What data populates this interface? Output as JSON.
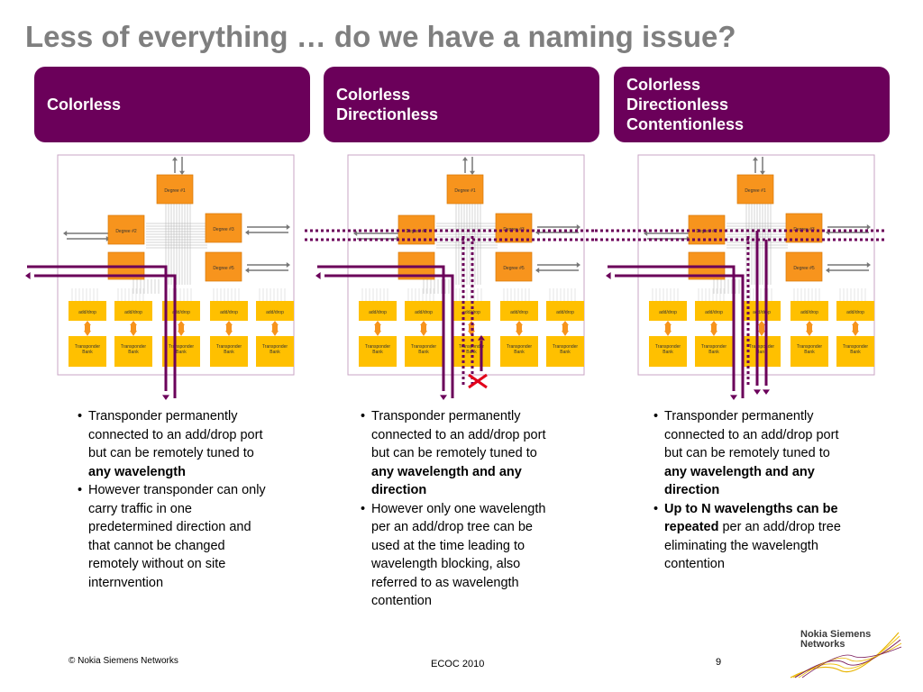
{
  "title": "Less of everything … do we have a naming issue?",
  "columns": [
    {
      "header": "Colorless",
      "bullets": [
        {
          "parts": [
            {
              "t": "Transponder permanently connected to an add/drop port but can be remotely tuned to "
            },
            {
              "t": "any wavelength",
              "b": true
            }
          ]
        },
        {
          "parts": [
            {
              "t": "However transponder can only carry traffic in one predetermined direction and that cannot be changed remotely without on site internvention"
            }
          ]
        }
      ]
    },
    {
      "header": "Colorless\nDirectionless",
      "bullets": [
        {
          "parts": [
            {
              "t": "Transponder permanently connected to an add/drop port but can be remotely tuned to "
            },
            {
              "t": "any wavelength and any direction",
              "b": true
            }
          ]
        },
        {
          "parts": [
            {
              "t": "However only one wavelength per an add/drop tree can be used at the time leading to wavelength blocking, also referred to as wavelength contention"
            }
          ]
        }
      ]
    },
    {
      "header": "Colorless\nDirectionless\nContentionless",
      "bullets": [
        {
          "parts": [
            {
              "t": "Transponder permanently connected to an add/drop port but can be remotely tuned to "
            },
            {
              "t": "any wavelength and any direction",
              "b": true
            }
          ]
        },
        {
          "parts": [
            {
              "t": "Up to N wavelengths can be repeated",
              "b": true
            },
            {
              "t": " per an add/drop tree eliminating the wavelength contention"
            }
          ]
        }
      ]
    }
  ],
  "diagram_labels": {
    "degree1": "Degree #1",
    "degree2": "Degree #2",
    "degree3": "Degree #3",
    "degree5": "Degree #5",
    "add_drop": "add/drop",
    "transponder_bank": "Transponder\nBank"
  },
  "footer": {
    "copyright": "© Nokia Siemens Networks",
    "event": "ECOC  2010",
    "page": "9",
    "logo_text": "Nokia Siemens\nNetworks"
  },
  "colors": {
    "purple": "#6b005a",
    "orange": "#f7941d",
    "yellow": "#ffc000",
    "title_gray": "#7f7f7f",
    "blocking_red": "#e2001a"
  }
}
